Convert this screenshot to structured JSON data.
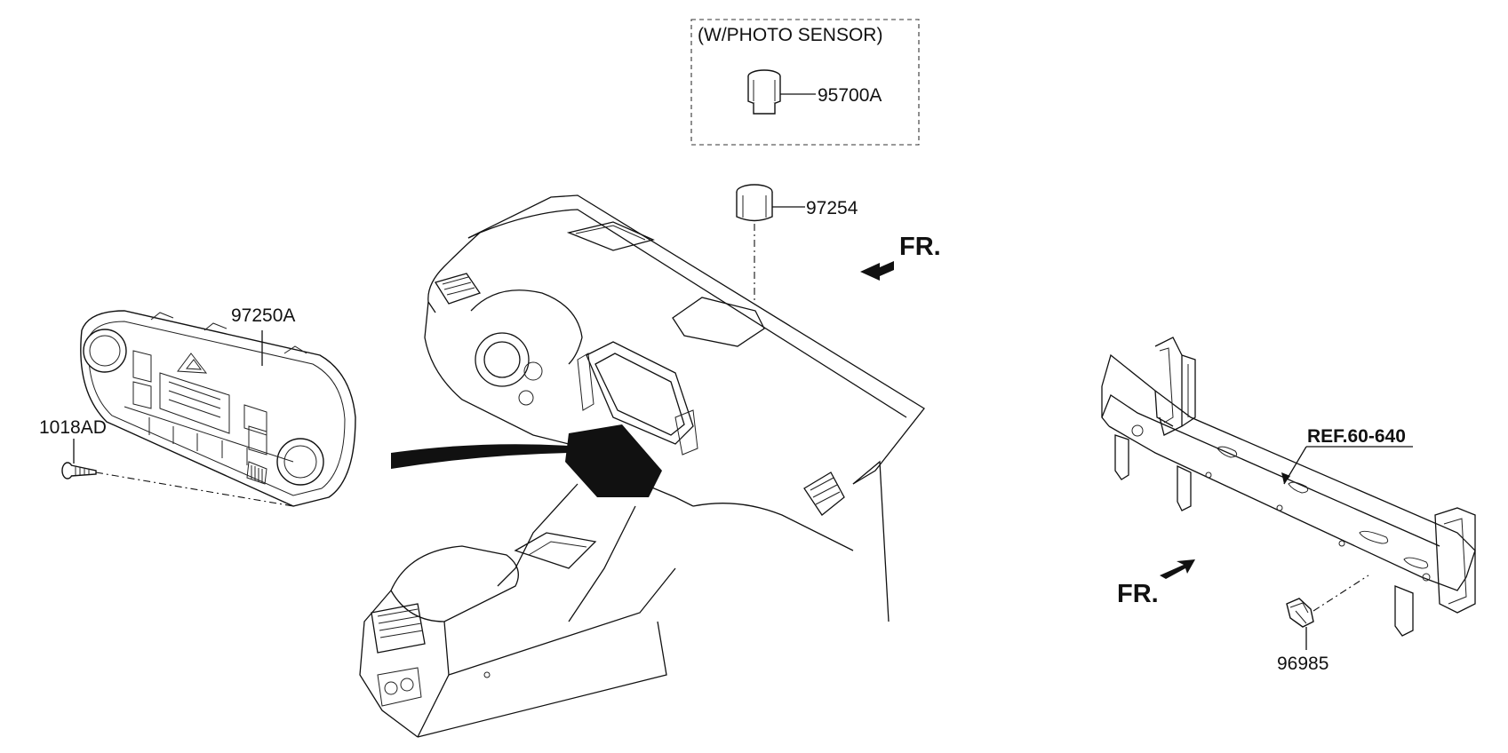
{
  "diagram": {
    "callouts": {
      "photo_sensor_group": "(W/PHOTO SENSOR)",
      "photo_sensor_part": "95700A",
      "sensor_part": "97254",
      "control_panel_part": "97250A",
      "screw_part": "1018AD",
      "reference": "REF.60-640",
      "bracket_sensor_part": "96985",
      "front_marker_top": "FR.",
      "front_marker_bottom": "FR."
    }
  }
}
